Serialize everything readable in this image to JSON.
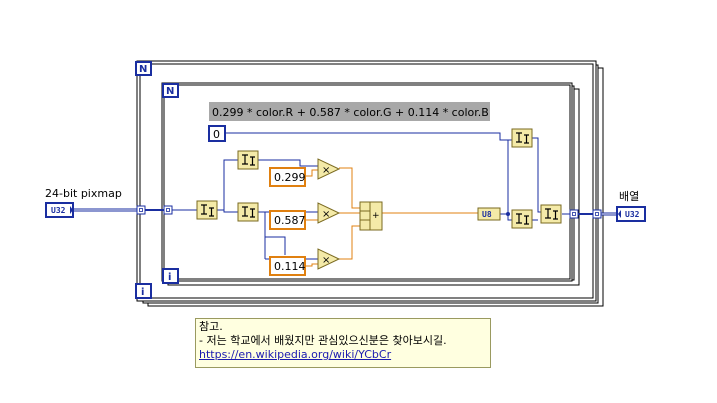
{
  "input_label": "24-bit pixmap",
  "input_type": "U32",
  "output_label": "배열",
  "output_type": "U32",
  "outer_loop_count": "N",
  "outer_loop_index": "i",
  "inner_loop_count": "N",
  "inner_loop_index": "i",
  "formula_text": "0.299 * color.R + 0.587 * color.G + 0.114 * color.B",
  "zero_constant": "0",
  "coefficients": [
    "0.299",
    "0.587",
    "0.114"
  ],
  "convert_label": "U8",
  "multiply_symbol": "×",
  "add_symbol": "+",
  "note": {
    "line1": "참고.",
    "line2": "- 저는 학교에서 배웠지만 관심있으신분은 찾아보시길.",
    "link": "https://en.wikipedia.org/wiki/YCbCr"
  }
}
